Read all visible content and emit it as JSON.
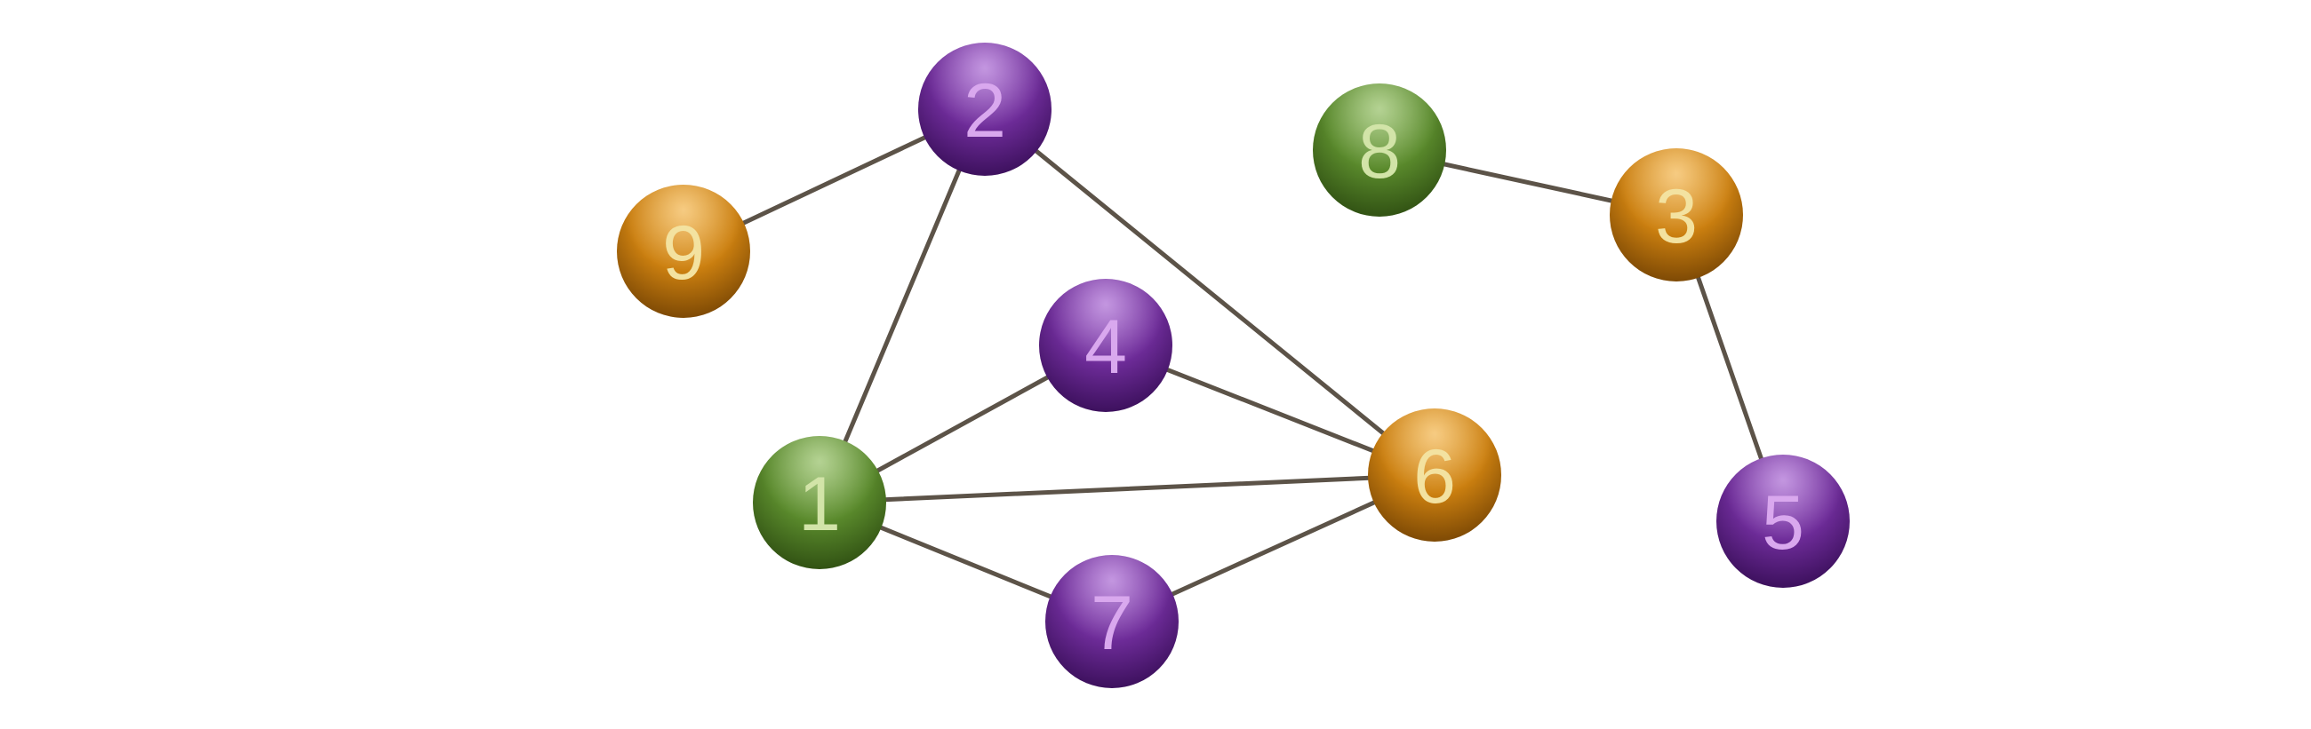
{
  "graph": {
    "edge_color": "#5c5348",
    "palette": {
      "green": {
        "light": "#8dbb5a",
        "mid": "#5a8a2c",
        "dark": "#2f4f12",
        "label": "#d2e4a8"
      },
      "purple": {
        "light": "#a45fd0",
        "mid": "#6e2c99",
        "dark": "#3a0f5a",
        "label": "#d9a8ee"
      },
      "orange": {
        "light": "#f2b040",
        "mid": "#cc8010",
        "dark": "#7a4704",
        "label": "#f3e2a0"
      }
    },
    "nodes": [
      {
        "id": "1",
        "label": "1",
        "color": "green"
      },
      {
        "id": "2",
        "label": "2",
        "color": "purple"
      },
      {
        "id": "3",
        "label": "3",
        "color": "orange"
      },
      {
        "id": "4",
        "label": "4",
        "color": "purple"
      },
      {
        "id": "5",
        "label": "5",
        "color": "purple"
      },
      {
        "id": "6",
        "label": "6",
        "color": "orange"
      },
      {
        "id": "7",
        "label": "7",
        "color": "purple"
      },
      {
        "id": "8",
        "label": "8",
        "color": "green"
      },
      {
        "id": "9",
        "label": "9",
        "color": "orange"
      }
    ],
    "edges": [
      [
        "2",
        "9"
      ],
      [
        "2",
        "1"
      ],
      [
        "2",
        "6"
      ],
      [
        "1",
        "4"
      ],
      [
        "4",
        "6"
      ],
      [
        "1",
        "6"
      ],
      [
        "1",
        "7"
      ],
      [
        "7",
        "6"
      ],
      [
        "8",
        "3"
      ],
      [
        "3",
        "5"
      ]
    ]
  }
}
